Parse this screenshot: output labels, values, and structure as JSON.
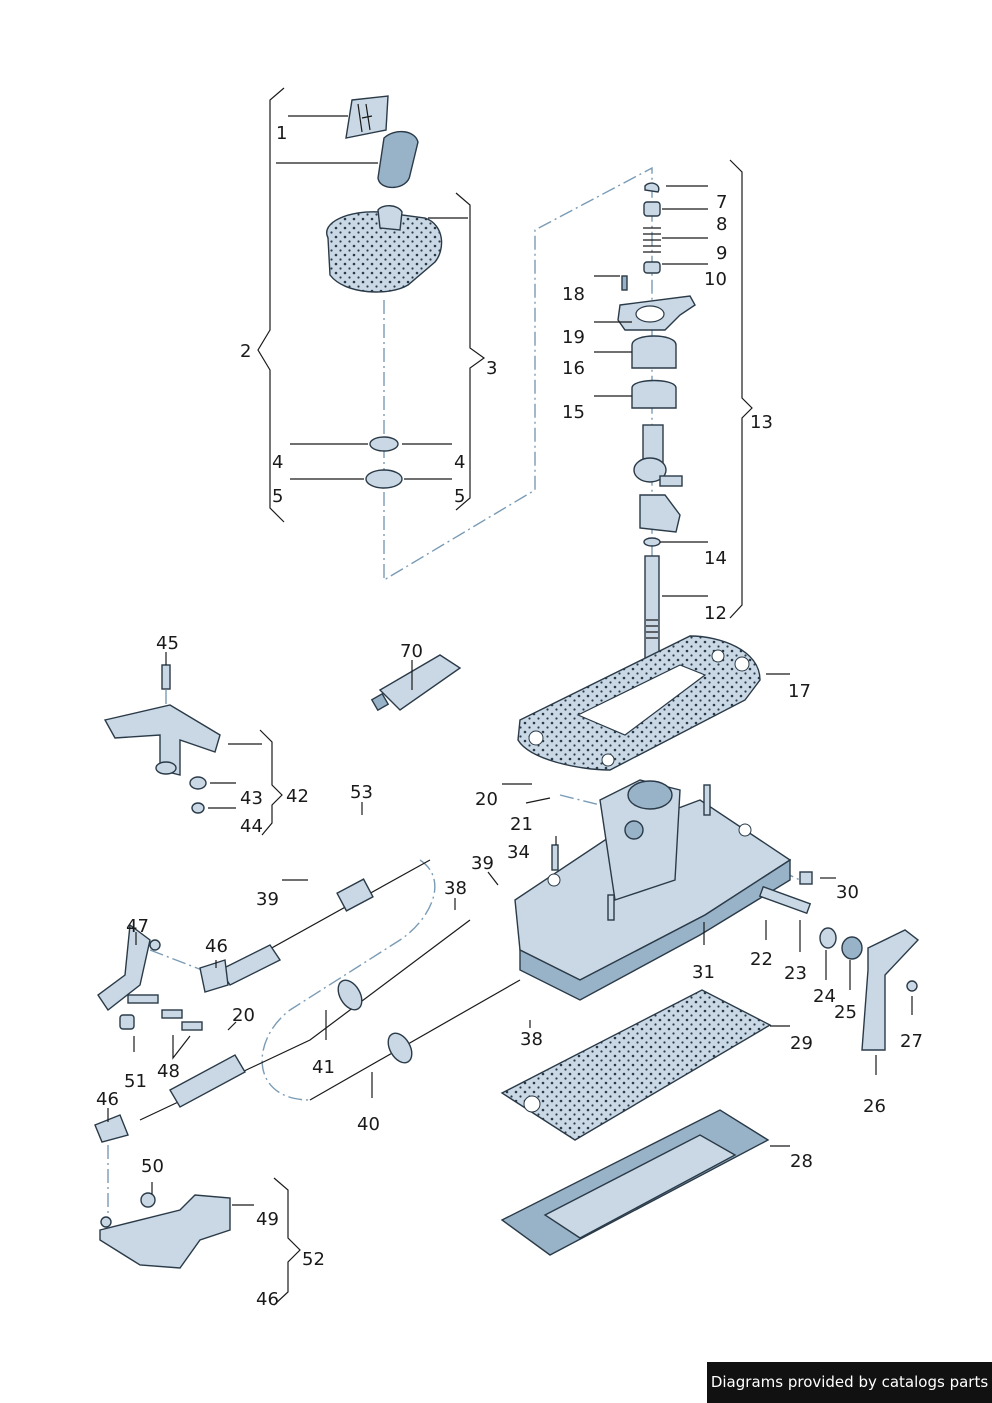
{
  "credit": "Diagrams provided by catalogs parts",
  "labels": [
    "1",
    "2",
    "3",
    "4",
    "4",
    "5",
    "5",
    "7",
    "8",
    "9",
    "10",
    "18",
    "19",
    "16",
    "15",
    "13",
    "14",
    "12",
    "17",
    "70",
    "45",
    "42",
    "43",
    "44",
    "53",
    "20",
    "21",
    "34",
    "39",
    "39",
    "38",
    "30",
    "22",
    "23",
    "24",
    "25",
    "27",
    "26",
    "31",
    "29",
    "28",
    "47",
    "46",
    "20",
    "51",
    "48",
    "41",
    "38",
    "40",
    "46",
    "50",
    "49",
    "52",
    "46"
  ]
}
